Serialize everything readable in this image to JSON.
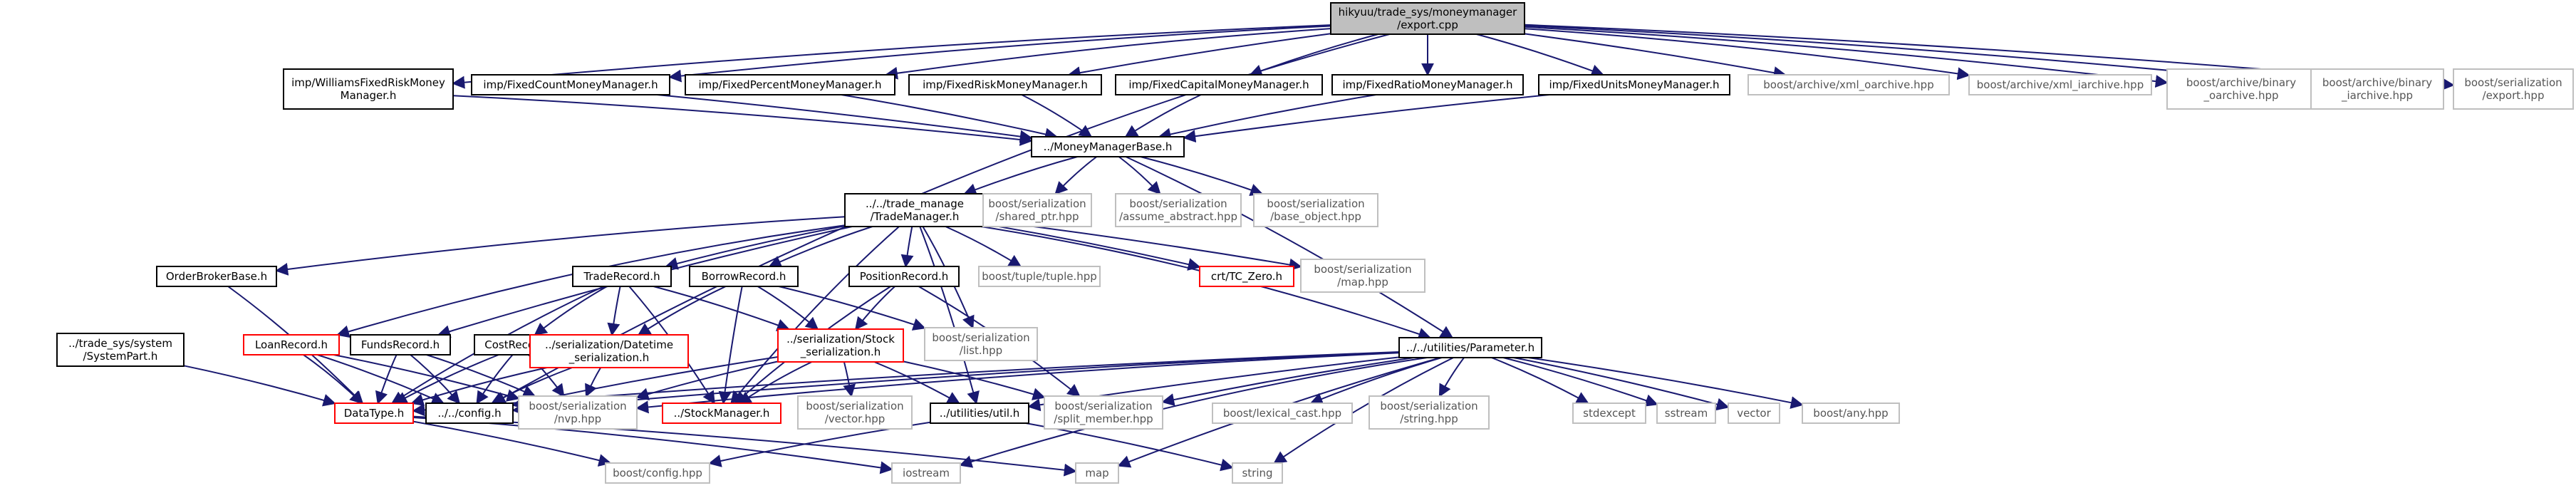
{
  "graph": {
    "colors": {
      "root_fill": "#bfbfbf",
      "normal_border": "#000000",
      "missing_border": "#bfbfbf",
      "truncated_border": "#ff0000",
      "edge": "#191970",
      "text": "#000000",
      "grey_text": "#555555"
    },
    "nodes": [
      {
        "id": "export",
        "lines": [
          "hikyuu/trade_sys/moneymanager",
          "/export.cpp"
        ],
        "kind": "root"
      },
      {
        "id": "williams",
        "lines": [
          "imp/WilliamsFixedRiskMoney",
          "Manager.h"
        ],
        "kind": "normal"
      },
      {
        "id": "fixedcount",
        "lines": [
          "imp/FixedCountMoneyManager.h"
        ],
        "kind": "normal"
      },
      {
        "id": "fixedpercent",
        "lines": [
          "imp/FixedPercentMoneyManager.h"
        ],
        "kind": "normal"
      },
      {
        "id": "fixedrisk",
        "lines": [
          "imp/FixedRiskMoneyManager.h"
        ],
        "kind": "normal"
      },
      {
        "id": "fixedcapital",
        "lines": [
          "imp/FixedCapitalMoneyManager.h"
        ],
        "kind": "normal"
      },
      {
        "id": "fixedratio",
        "lines": [
          "imp/FixedRatioMoneyManager.h"
        ],
        "kind": "normal"
      },
      {
        "id": "fixedunits",
        "lines": [
          "imp/FixedUnitsMoneyManager.h"
        ],
        "kind": "normal"
      },
      {
        "id": "xml_oarchive",
        "lines": [
          "boost/archive/xml_oarchive.hpp"
        ],
        "kind": "missing"
      },
      {
        "id": "xml_iarchive",
        "lines": [
          "boost/archive/xml_iarchive.hpp"
        ],
        "kind": "missing"
      },
      {
        "id": "bin_oarchive",
        "lines": [
          "boost/archive/binary",
          "_oarchive.hpp"
        ],
        "kind": "missing"
      },
      {
        "id": "bin_iarchive",
        "lines": [
          "boost/archive/binary",
          "_iarchive.hpp"
        ],
        "kind": "missing"
      },
      {
        "id": "ser_export",
        "lines": [
          "boost/serialization",
          "/export.hpp"
        ],
        "kind": "missing"
      },
      {
        "id": "mmbase",
        "lines": [
          "../MoneyManagerBase.h"
        ],
        "kind": "normal"
      },
      {
        "id": "trademanager",
        "lines": [
          "../../trade_manage",
          "/TradeManager.h"
        ],
        "kind": "normal"
      },
      {
        "id": "shared_ptr",
        "lines": [
          "boost/serialization",
          "/shared_ptr.hpp"
        ],
        "kind": "missing"
      },
      {
        "id": "assume_abstract",
        "lines": [
          "boost/serialization",
          "/assume_abstract.hpp"
        ],
        "kind": "missing"
      },
      {
        "id": "base_object",
        "lines": [
          "boost/serialization",
          "/base_object.hpp"
        ],
        "kind": "missing"
      },
      {
        "id": "orderbroker",
        "lines": [
          "OrderBrokerBase.h"
        ],
        "kind": "normal"
      },
      {
        "id": "traderecord",
        "lines": [
          "TradeRecord.h"
        ],
        "kind": "normal"
      },
      {
        "id": "borrowrecord",
        "lines": [
          "BorrowRecord.h"
        ],
        "kind": "normal"
      },
      {
        "id": "positionrecord",
        "lines": [
          "PositionRecord.h"
        ],
        "kind": "normal"
      },
      {
        "id": "tuple",
        "lines": [
          "boost/tuple/tuple.hpp"
        ],
        "kind": "missing"
      },
      {
        "id": "crt_zero",
        "lines": [
          "crt/TC_Zero.h"
        ],
        "kind": "truncated"
      },
      {
        "id": "ser_map",
        "lines": [
          "boost/serialization",
          "/map.hpp"
        ],
        "kind": "missing"
      },
      {
        "id": "systempart",
        "lines": [
          "../trade_sys/system",
          "/SystemPart.h"
        ],
        "kind": "normal"
      },
      {
        "id": "loanrecord",
        "lines": [
          "LoanRecord.h"
        ],
        "kind": "truncated"
      },
      {
        "id": "fundsrecord",
        "lines": [
          "FundsRecord.h"
        ],
        "kind": "normal"
      },
      {
        "id": "costrecord",
        "lines": [
          "CostRecord.h"
        ],
        "kind": "normal"
      },
      {
        "id": "ser_datetime",
        "lines": [
          "../serialization/Datetime",
          "_serialization.h"
        ],
        "kind": "truncated"
      },
      {
        "id": "ser_stock",
        "lines": [
          "../serialization/Stock",
          "_serialization.h"
        ],
        "kind": "truncated"
      },
      {
        "id": "ser_list",
        "lines": [
          "boost/serialization",
          "/list.hpp"
        ],
        "kind": "missing"
      },
      {
        "id": "parameter",
        "lines": [
          "../../utilities/Parameter.h"
        ],
        "kind": "normal"
      },
      {
        "id": "datatype",
        "lines": [
          "DataType.h"
        ],
        "kind": "truncated"
      },
      {
        "id": "config",
        "lines": [
          "../../config.h"
        ],
        "kind": "normal"
      },
      {
        "id": "nvp",
        "lines": [
          "boost/serialization",
          "/nvp.hpp"
        ],
        "kind": "missing"
      },
      {
        "id": "stockmanager",
        "lines": [
          "../StockManager.h"
        ],
        "kind": "truncated"
      },
      {
        "id": "ser_vector",
        "lines": [
          "boost/serialization",
          "/vector.hpp"
        ],
        "kind": "missing"
      },
      {
        "id": "util",
        "lines": [
          "../utilities/util.h"
        ],
        "kind": "normal"
      },
      {
        "id": "split_member",
        "lines": [
          "boost/serialization",
          "/split_member.hpp"
        ],
        "kind": "missing"
      },
      {
        "id": "lexical_cast",
        "lines": [
          "boost/lexical_cast.hpp"
        ],
        "kind": "missing"
      },
      {
        "id": "ser_string",
        "lines": [
          "boost/serialization",
          "/string.hpp"
        ],
        "kind": "missing"
      },
      {
        "id": "stdexcept",
        "lines": [
          "stdexcept"
        ],
        "kind": "missing"
      },
      {
        "id": "sstream",
        "lines": [
          "sstream"
        ],
        "kind": "missing"
      },
      {
        "id": "vector",
        "lines": [
          "vector"
        ],
        "kind": "missing"
      },
      {
        "id": "any",
        "lines": [
          "boost/any.hpp"
        ],
        "kind": "missing"
      },
      {
        "id": "boost_config",
        "lines": [
          "boost/config.hpp"
        ],
        "kind": "missing"
      },
      {
        "id": "iostream",
        "lines": [
          "iostream"
        ],
        "kind": "missing"
      },
      {
        "id": "map",
        "lines": [
          "map"
        ],
        "kind": "missing"
      },
      {
        "id": "string",
        "lines": [
          "string"
        ],
        "kind": "missing"
      }
    ],
    "edges": [
      [
        "export",
        "williams"
      ],
      [
        "export",
        "fixedcount"
      ],
      [
        "export",
        "fixedpercent"
      ],
      [
        "export",
        "fixedrisk"
      ],
      [
        "export",
        "fixedcapital"
      ],
      [
        "export",
        "fixedratio"
      ],
      [
        "export",
        "fixedunits"
      ],
      [
        "export",
        "xml_oarchive"
      ],
      [
        "export",
        "xml_iarchive"
      ],
      [
        "export",
        "bin_oarchive"
      ],
      [
        "export",
        "bin_iarchive"
      ],
      [
        "export",
        "ser_export"
      ],
      [
        "export",
        "config"
      ],
      [
        "williams",
        "mmbase"
      ],
      [
        "fixedcount",
        "mmbase"
      ],
      [
        "fixedpercent",
        "mmbase"
      ],
      [
        "fixedrisk",
        "mmbase"
      ],
      [
        "fixedcapital",
        "mmbase"
      ],
      [
        "fixedratio",
        "mmbase"
      ],
      [
        "fixedunits",
        "mmbase"
      ],
      [
        "mmbase",
        "trademanager"
      ],
      [
        "mmbase",
        "shared_ptr"
      ],
      [
        "mmbase",
        "assume_abstract"
      ],
      [
        "mmbase",
        "base_object"
      ],
      [
        "mmbase",
        "parameter"
      ],
      [
        "trademanager",
        "orderbroker"
      ],
      [
        "trademanager",
        "traderecord"
      ],
      [
        "trademanager",
        "borrowrecord"
      ],
      [
        "trademanager",
        "positionrecord"
      ],
      [
        "trademanager",
        "tuple"
      ],
      [
        "trademanager",
        "crt_zero"
      ],
      [
        "trademanager",
        "ser_map"
      ],
      [
        "trademanager",
        "loanrecord"
      ],
      [
        "trademanager",
        "fundsrecord"
      ],
      [
        "trademanager",
        "parameter"
      ],
      [
        "trademanager",
        "ser_list"
      ],
      [
        "trademanager",
        "util"
      ],
      [
        "trademanager",
        "stockmanager"
      ],
      [
        "orderbroker",
        "datatype"
      ],
      [
        "traderecord",
        "costrecord"
      ],
      [
        "traderecord",
        "ser_datetime"
      ],
      [
        "traderecord",
        "ser_stock"
      ],
      [
        "traderecord",
        "datatype"
      ],
      [
        "traderecord",
        "stockmanager"
      ],
      [
        "borrowrecord",
        "ser_datetime"
      ],
      [
        "borrowrecord",
        "ser_stock"
      ],
      [
        "borrowrecord",
        "ser_list"
      ],
      [
        "borrowrecord",
        "stockmanager"
      ],
      [
        "positionrecord",
        "ser_stock"
      ],
      [
        "positionrecord",
        "split_member"
      ],
      [
        "positionrecord",
        "stockmanager"
      ],
      [
        "systempart",
        "datatype"
      ],
      [
        "loanrecord",
        "datatype"
      ],
      [
        "loanrecord",
        "config"
      ],
      [
        "loanrecord",
        "nvp"
      ],
      [
        "fundsrecord",
        "datatype"
      ],
      [
        "fundsrecord",
        "config"
      ],
      [
        "fundsrecord",
        "nvp"
      ],
      [
        "costrecord",
        "datatype"
      ],
      [
        "costrecord",
        "config"
      ],
      [
        "costrecord",
        "nvp"
      ],
      [
        "ser_datetime",
        "config"
      ],
      [
        "ser_datetime",
        "nvp"
      ],
      [
        "ser_datetime",
        "datatype"
      ],
      [
        "ser_stock",
        "config"
      ],
      [
        "ser_stock",
        "nvp"
      ],
      [
        "ser_stock",
        "stockmanager"
      ],
      [
        "ser_stock",
        "ser_vector"
      ],
      [
        "ser_stock",
        "util"
      ],
      [
        "ser_stock",
        "split_member"
      ],
      [
        "parameter",
        "config"
      ],
      [
        "parameter",
        "nvp"
      ],
      [
        "parameter",
        "datatype"
      ],
      [
        "parameter",
        "util"
      ],
      [
        "parameter",
        "split_member"
      ],
      [
        "parameter",
        "lexical_cast"
      ],
      [
        "parameter",
        "ser_string"
      ],
      [
        "parameter",
        "stdexcept"
      ],
      [
        "parameter",
        "sstream"
      ],
      [
        "parameter",
        "vector"
      ],
      [
        "parameter",
        "any"
      ],
      [
        "parameter",
        "iostream"
      ],
      [
        "parameter",
        "map"
      ],
      [
        "parameter",
        "string"
      ],
      [
        "datatype",
        "boost_config"
      ],
      [
        "datatype",
        "iostream"
      ],
      [
        "datatype",
        "map"
      ],
      [
        "util",
        "boost_config"
      ],
      [
        "util",
        "string"
      ]
    ]
  }
}
